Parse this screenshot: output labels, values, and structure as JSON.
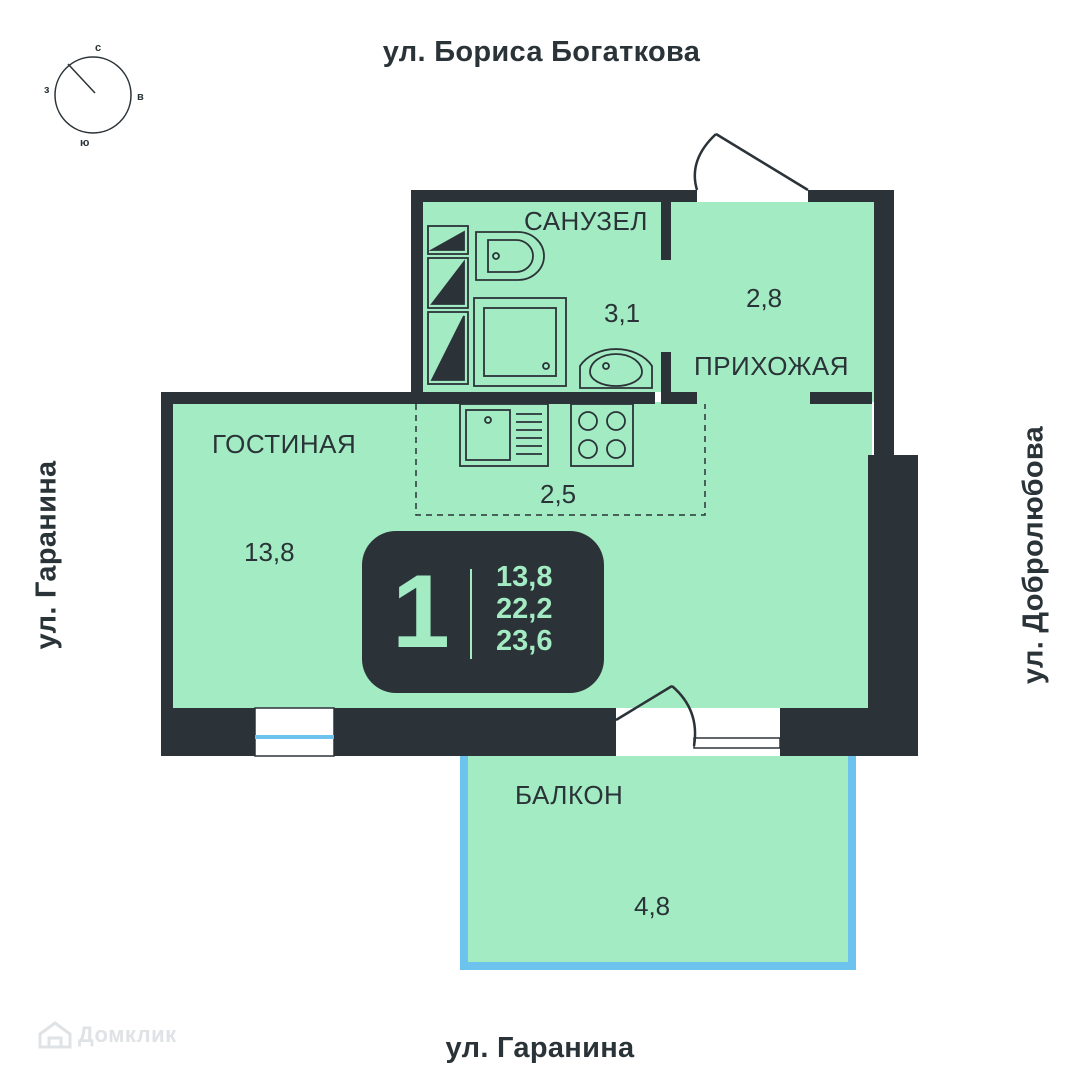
{
  "streets": {
    "top": "ул. Бориса Богаткова",
    "bottom": "ул. Гаранина",
    "left": "ул. Гаранина",
    "right": "ул. Добролюбова"
  },
  "compass": {
    "north": "с",
    "south": "ю",
    "west": "з",
    "east": "в"
  },
  "rooms": {
    "bathroom": {
      "label": "САНУЗЕЛ",
      "area": "3,1"
    },
    "hallway": {
      "label": "ПРИХОЖАЯ",
      "area": "2,8"
    },
    "living": {
      "label": "ГОСТИНАЯ",
      "area": "13,8"
    },
    "kitchen": {
      "area": "2,5"
    },
    "balcony": {
      "label": "БАЛКОН",
      "area": "4,8"
    }
  },
  "badge": {
    "room_count": "1",
    "living_area": "13,8",
    "total_area": "22,2",
    "total_with_balcony": "23,6"
  },
  "watermark": {
    "text": "Домклик"
  },
  "colors": {
    "floor": "#a3ecc3",
    "wall": "#2b3338",
    "balcony_rail": "#6cc3ee",
    "text": "#2a3338"
  }
}
